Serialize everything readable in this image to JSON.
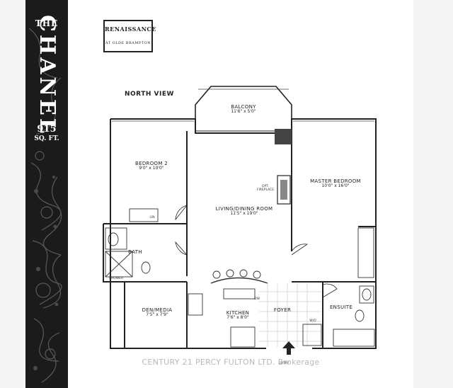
{
  "brochure": {
    "the": "THE",
    "model_name": "CHANEL",
    "size_value": "915",
    "size_unit": "SQ. FT.",
    "logo_main": "RENAISSANCE",
    "logo_sub": "AT OLDE BRAMPTON"
  },
  "plan": {
    "orientation": "NORTH VIEW",
    "rooms": [
      {
        "name": "BALCONY",
        "dims": "11'6\" x 5'0\""
      },
      {
        "name": "BEDROOM 2",
        "dims": "9'0\" x 10'0\""
      },
      {
        "name": "LIVING/DINING ROOM",
        "dims": "11'5\" x 19'0\""
      },
      {
        "name": "MASTER BEDROOM",
        "dims": "10'0\" x 16'0\""
      },
      {
        "name": "DEN/MEDIA",
        "dims": "7'5\" x 7'9\""
      },
      {
        "name": "KITCHEN",
        "dims": "7'6\" x 8'0\""
      }
    ],
    "labels": {
      "bath": "BATH",
      "shower": "SHOWER",
      "ensuite": "ENSUITE",
      "foyer": "FOYER",
      "entry": "ENTRY",
      "fireplace": "OPT. FIREPLACE",
      "linen": "LIN",
      "dw": "DW",
      "washer_dryer": "W/D"
    }
  },
  "watermark": "CENTURY 21 PERCY FULTON LTD. Brokerage"
}
